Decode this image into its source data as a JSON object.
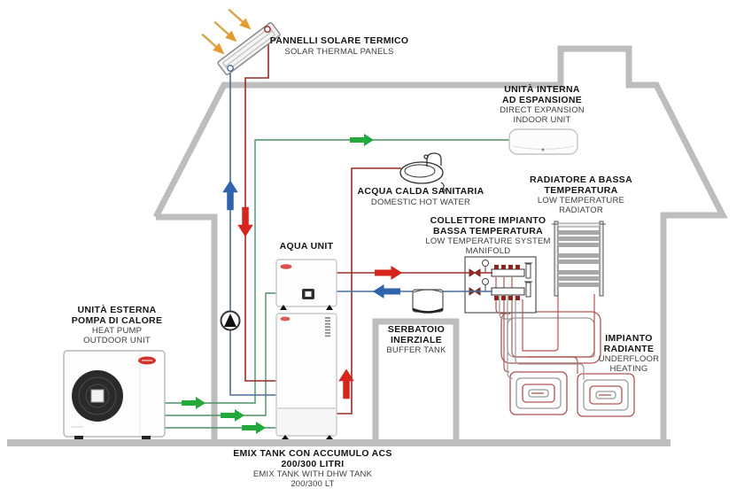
{
  "diagram": {
    "title_context": "Heat pump hydronic system schematic",
    "labels": {
      "solar_panels": {
        "it": [
          "PANNELLI SOLARE TERMICO"
        ],
        "en": [
          "SOLAR THERMAL PANELS"
        ]
      },
      "indoor_unit": {
        "it": [
          "UNITÀ INTERNA",
          "AD ESPANSIONE"
        ],
        "en": [
          "DIRECT EXPANSION",
          "INDOOR UNIT"
        ]
      },
      "domestic_hot_water": {
        "it": [
          "ACQUA CALDA SANITARIA"
        ],
        "en": [
          "DOMESTIC HOT WATER"
        ]
      },
      "radiator": {
        "it": [
          "RADIATORE A BASSA",
          "TEMPERATURA"
        ],
        "en": [
          "LOW TEMPERATURE",
          "RADIATOR"
        ]
      },
      "manifold": {
        "it": [
          "COLLETTORE IMPIANTO",
          "BASSA TEMPERATURA"
        ],
        "en": [
          "LOW TEMPERATURE SYSTEM",
          "MANIFOLD"
        ]
      },
      "aqua_unit": {
        "it": [
          "AQUA UNIT"
        ],
        "en": []
      },
      "outdoor_unit": {
        "it": [
          "UNITÀ ESTERNA",
          "POMPA DI CALORE"
        ],
        "en": [
          "HEAT PUMP",
          "OUTDOOR UNIT"
        ]
      },
      "buffer_tank": {
        "it": [
          "SERBATOIO",
          "INERZIALE"
        ],
        "en": [
          "BUFFER TANK"
        ]
      },
      "underfloor": {
        "it": [
          "IMPIANTO",
          "RADIANTE"
        ],
        "en": [
          "UNDERFLOOR",
          "HEATING"
        ]
      },
      "emix_tank": {
        "it": [
          "EMIX TANK CON ACCUMULO ACS",
          "200/300 LITRI"
        ],
        "en": [
          "EMIX TANK WITH DHW TANK",
          "200/300 LT"
        ]
      }
    },
    "icons": [
      "sun-rays-icon",
      "solar-panel-icon",
      "indoor-unit-icon",
      "sink-icon",
      "radiator-icon",
      "manifold-icon",
      "aqua-unit-tank-icon",
      "outdoor-unit-icon",
      "buffer-tank-icon",
      "circulation-pump-icon",
      "underfloor-coil-icon",
      "brand-logo"
    ],
    "colors": {
      "house_gray": "#bdbdbd",
      "pipe_green": "#4e9066",
      "arrow_green": "#22a93c",
      "pipe_blue": "#4a6e9b",
      "arrow_blue": "#2f64ad",
      "pipe_red_dark": "#9c2a24",
      "pipe_red_heating": "#a22d27",
      "arrow_red": "#d7251d",
      "coil_red": "#b05552",
      "coil_gray": "#9a9a9a",
      "sun_orange": "#e59b33"
    }
  }
}
